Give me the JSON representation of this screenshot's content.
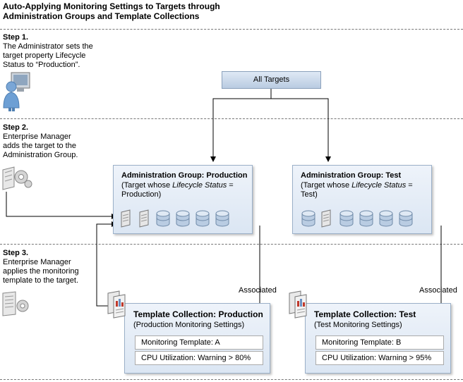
{
  "title_line1": "Auto-Applying Monitoring Settings to Targets through",
  "title_line2": "Administration Groups and Template Collections",
  "step1": {
    "title": "Step 1.",
    "text": "The Administrator sets the target property Lifecycle Status to “Production”."
  },
  "step2": {
    "title": "Step 2.",
    "text": "Enterprise Manager adds the target to the Administration Group."
  },
  "step3": {
    "title": "Step 3.",
    "text": "Enterprise Manager applies the monitoring template to the target."
  },
  "all_targets": "All Targets",
  "admin_production": {
    "title": "Administration Group: Production",
    "desc_prefix": "(Target whose ",
    "desc_italic": "Lifecycle Status",
    "desc_suffix": " = Production)"
  },
  "admin_test": {
    "title": "Administration Group: Test",
    "desc_prefix": "(Target whose ",
    "desc_italic": "Lifecycle Status",
    "desc_suffix": " = Test)"
  },
  "associated_label": "Associated",
  "tc_production": {
    "title": "Template Collection: Production",
    "subtitle": "(Production Monitoring Settings)",
    "template": "Monitoring Template: A",
    "cpu": "CPU Utilization: Warning > 80%"
  },
  "tc_test": {
    "title": "Template Collection: Test",
    "subtitle": "(Test Monitoring Settings)",
    "template": "Monitoring Template: B",
    "cpu": "CPU Utilization: Warning > 95%"
  }
}
